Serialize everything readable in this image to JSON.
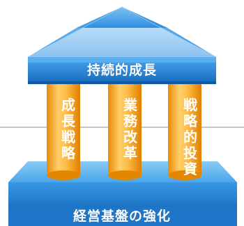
{
  "roof": {
    "label": "持続的成長",
    "color": "#2f8fe0"
  },
  "pillars": [
    {
      "label": "成長戦略"
    },
    {
      "label": "業務改革"
    },
    {
      "label": "戦略的投資"
    }
  ],
  "base": {
    "label": "経営基盤の強化",
    "color": "#3d9be6"
  },
  "pillar_color": "#f3a21a"
}
